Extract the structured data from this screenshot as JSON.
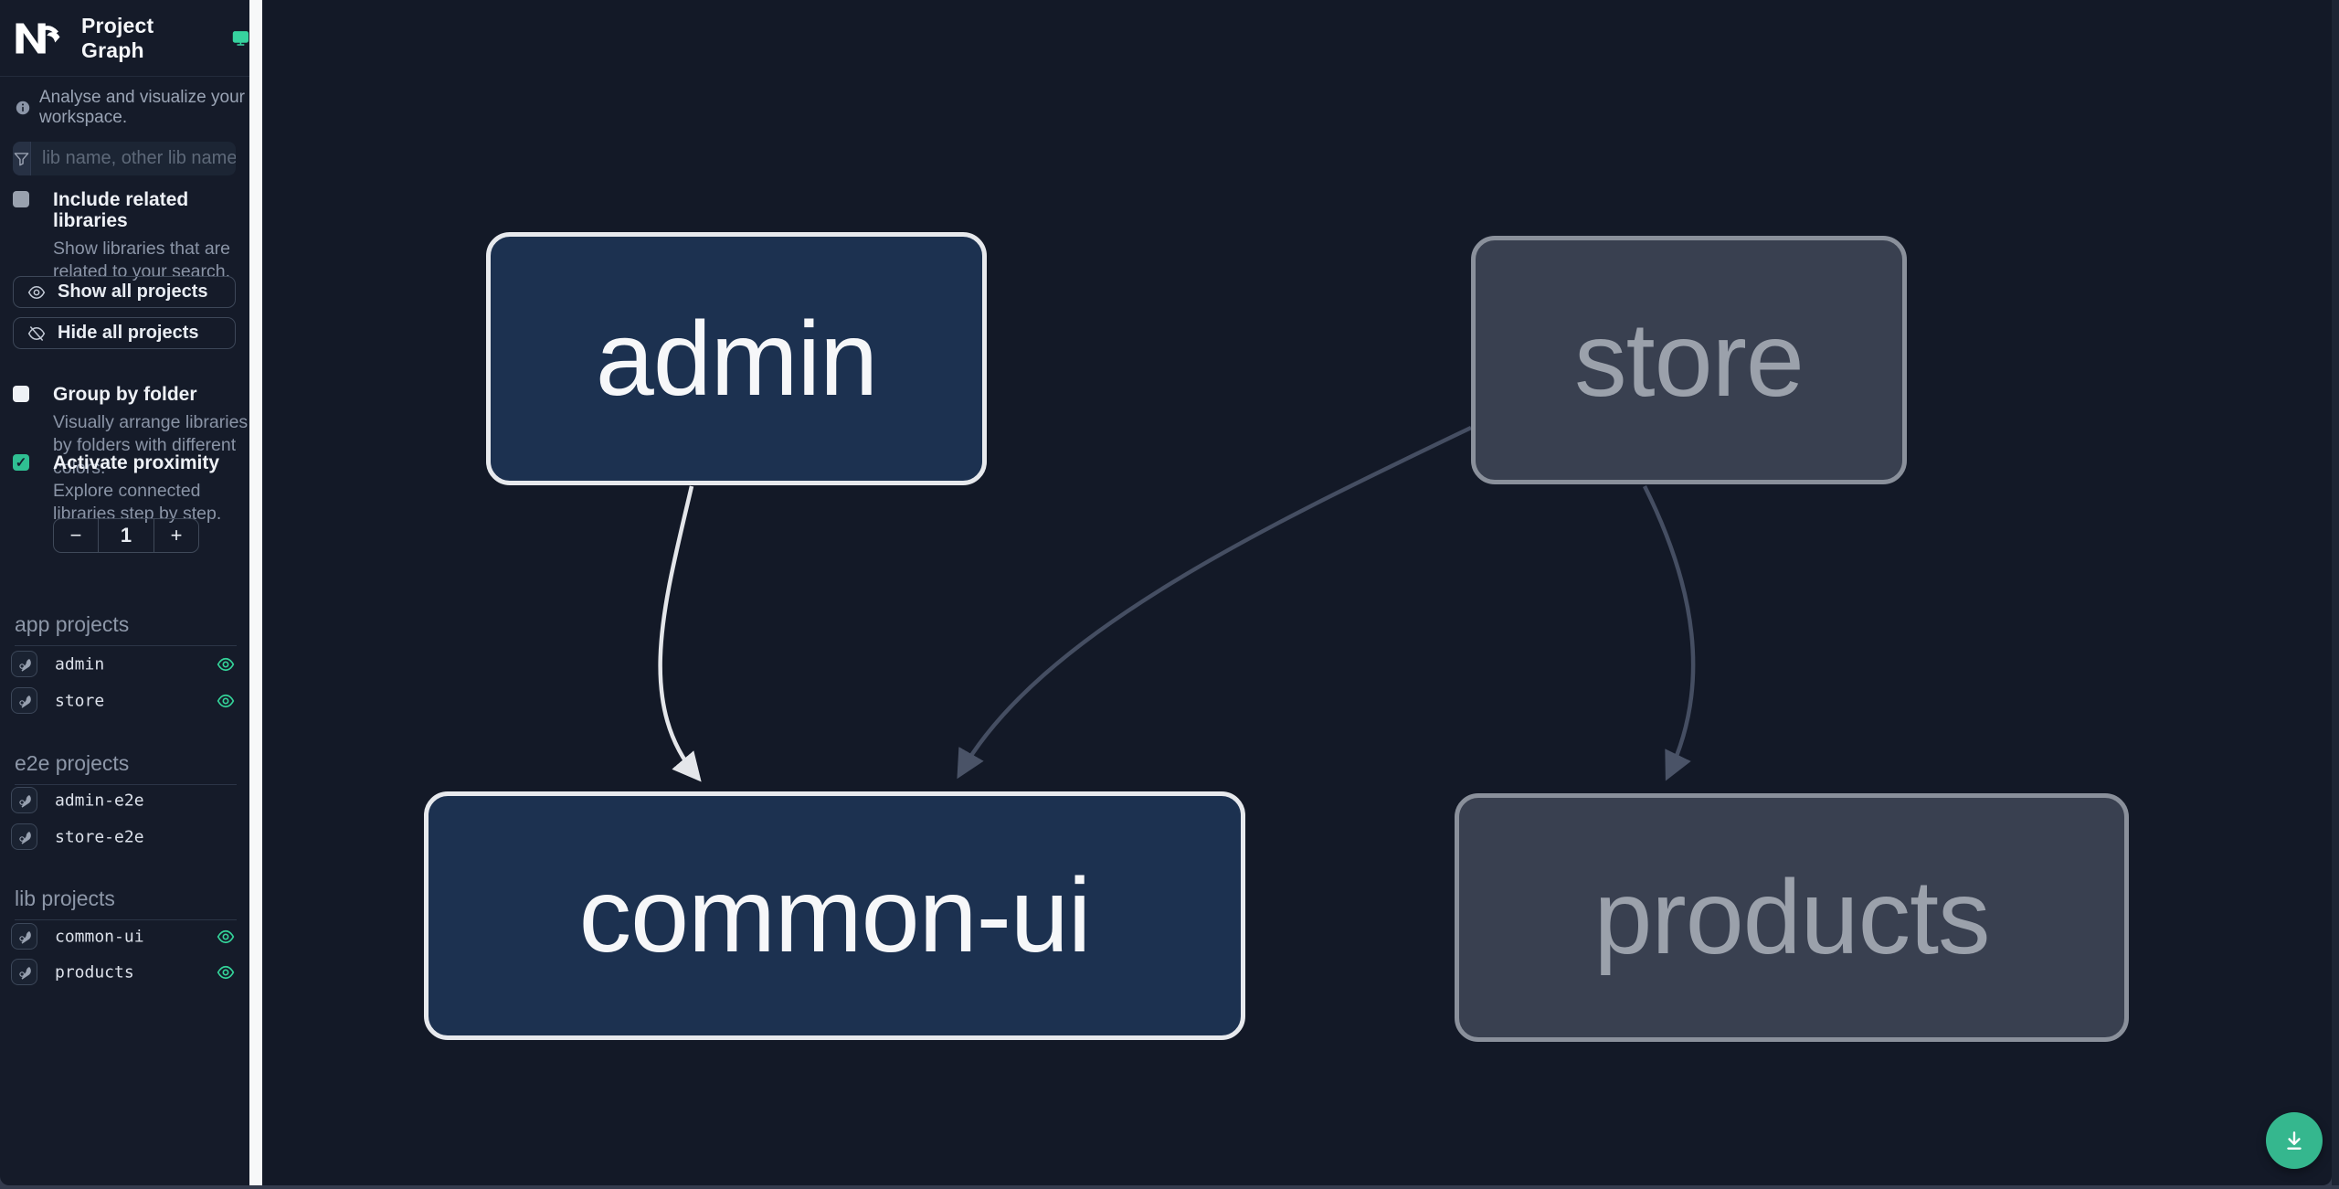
{
  "header": {
    "app_title": "Project Graph",
    "logo_text": "Nx"
  },
  "tagline": {
    "text": "Analyse and visualize your workspace."
  },
  "search": {
    "placeholder": "lib name, other lib name",
    "value": ""
  },
  "toggles": {
    "include_related": {
      "label": "Include related libraries",
      "description": "Show libraries that are related to your search.",
      "checked": false
    },
    "group_by_folder": {
      "label": "Group by folder",
      "description": "Visually arrange libraries by folders with different colors.",
      "checked": false
    },
    "activate_proximity": {
      "label": "Activate proximity",
      "description": "Explore connected libraries step by step.",
      "checked": true,
      "check_glyph": "✓"
    }
  },
  "buttons": {
    "show_all": "Show all projects",
    "hide_all": "Hide all projects"
  },
  "proximity_stepper": {
    "decrement": "−",
    "value": "1",
    "increment": "+"
  },
  "sections": [
    {
      "title": "app projects",
      "items": [
        {
          "name": "admin",
          "visible": true
        },
        {
          "name": "store",
          "visible": true
        }
      ]
    },
    {
      "title": "e2e projects",
      "items": [
        {
          "name": "admin-e2e",
          "visible": false
        },
        {
          "name": "store-e2e",
          "visible": false
        }
      ]
    },
    {
      "title": "lib projects",
      "items": [
        {
          "name": "common-ui",
          "visible": true
        },
        {
          "name": "products",
          "visible": true
        }
      ]
    }
  ],
  "graph": {
    "nodes": [
      {
        "id": "admin",
        "state": "focused"
      },
      {
        "id": "store",
        "state": "dimmed"
      },
      {
        "id": "common-ui",
        "state": "focused"
      },
      {
        "id": "products",
        "state": "dimmed"
      }
    ],
    "edges": [
      {
        "from": "admin",
        "to": "common-ui",
        "style": "light"
      },
      {
        "from": "store",
        "to": "common-ui",
        "style": "dim"
      },
      {
        "from": "store",
        "to": "products",
        "style": "dim"
      }
    ]
  },
  "icons": {
    "monitor": "monitor-icon",
    "info": "info-icon",
    "funnel": "funnel-icon",
    "eye": "eye-icon",
    "eye_off": "eye-off-icon",
    "project_pin": "pin-icon",
    "download": "download-icon"
  },
  "colors": {
    "accent_green": "#34d399",
    "download_button": "#35b78e",
    "node_focused_bg": "#1c3150",
    "node_focused_border": "#e7e9ed",
    "node_dimmed_bg": "#394050",
    "node_dimmed_border": "#8a909b",
    "edge_light": "#e4e6ea",
    "edge_dim": "#4a5367",
    "sidebar_bg": "#151b29",
    "canvas_bg": "#131927"
  }
}
